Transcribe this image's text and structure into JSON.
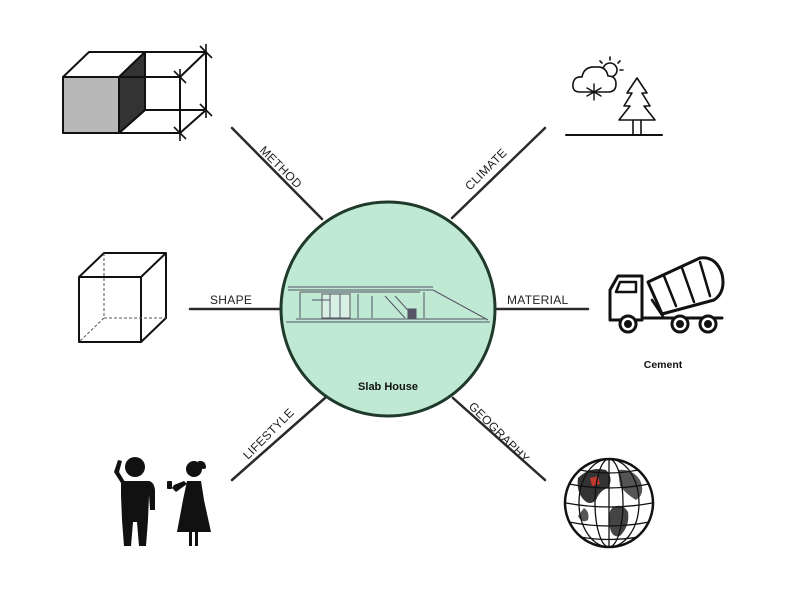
{
  "center": {
    "label": "Slab House",
    "fill": "#bfe9d2",
    "stroke": "#1f3a2a"
  },
  "spokes": {
    "method": "METHOD",
    "climate": "CLIMATE",
    "shape": "SHAPE",
    "material": "MATERIAL",
    "lifestyle": "LIFESTYLE",
    "geography": "GEOGRAPHY"
  },
  "icons": {
    "method": "construction-cube-icon",
    "climate": "weather-tree-icon",
    "shape": "wireframe-cube-icon",
    "material": "cement-mixer-truck-icon",
    "lifestyle": "people-icon",
    "geography": "globe-icon"
  },
  "material_caption": "Cement",
  "colors": {
    "line": "#2a2a2a",
    "accent": "#c0392b"
  }
}
